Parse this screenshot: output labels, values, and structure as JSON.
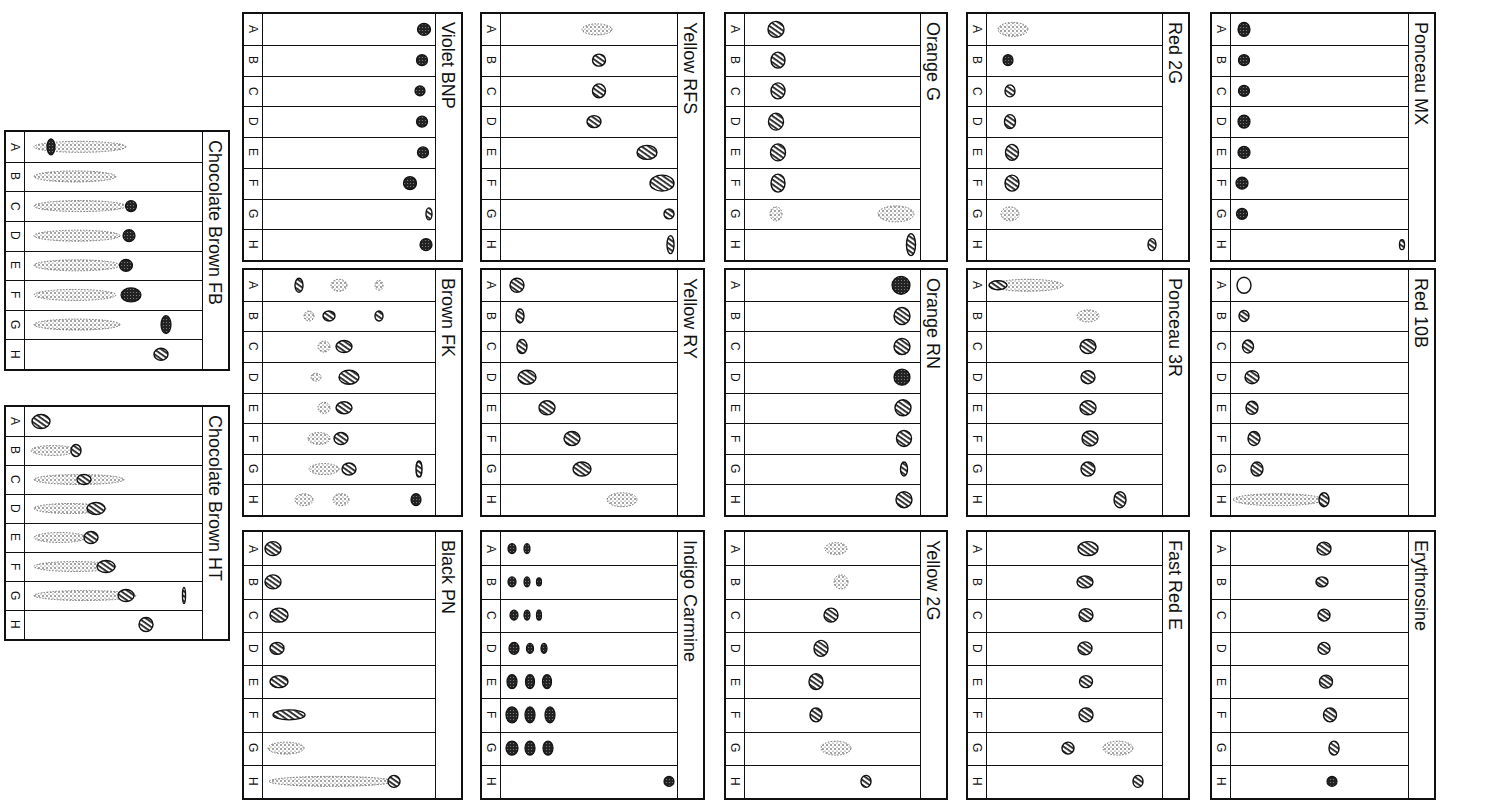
{
  "diagram": {
    "nodes": [
      {
        "text": [
          "Violet BNP",
          "A",
          "B",
          "C",
          "D",
          "E",
          "F",
          "G",
          "H"
        ]
      },
      {
        "text": [
          "Yellow RFS",
          "A",
          "B",
          "C",
          "D",
          "E",
          "F",
          "G",
          "H"
        ]
      },
      {
        "text": [
          "Orange G",
          "A",
          "B",
          "C",
          "D",
          "E",
          "F",
          "G",
          "H"
        ]
      },
      {
        "text": [
          "Red 2G",
          "A",
          "B",
          "C",
          "D",
          "E",
          "F",
          "G",
          "H"
        ]
      },
      {
        "text": [
          "Ponceau MX",
          "A",
          "B",
          "C",
          "D",
          "E",
          "F",
          "G",
          "H"
        ]
      },
      {
        "text": [
          "Chocolate Brown FB",
          "A",
          "B",
          "C",
          "D",
          "E",
          "F",
          "G",
          "H"
        ]
      },
      {
        "text": [
          "Brown FK",
          "A",
          "B",
          "C",
          "D",
          "E",
          "F",
          "G",
          "H"
        ]
      },
      {
        "text": [
          "Yellow RY",
          "A",
          "B",
          "C",
          "D",
          "E",
          "F",
          "G",
          "H"
        ]
      },
      {
        "text": [
          "Orange RN",
          "A",
          "B",
          "C",
          "D",
          "E",
          "F",
          "G",
          "H"
        ]
      },
      {
        "text": [
          "Ponceau 3R",
          "A",
          "B",
          "C",
          "D",
          "E",
          "F",
          "G",
          "H"
        ]
      },
      {
        "text": [
          "Red 10B",
          "A",
          "B",
          "C",
          "D",
          "E",
          "F",
          "G",
          "H"
        ]
      },
      {
        "text": [
          "Chocolate Brown HT",
          "A",
          "B",
          "C",
          "D",
          "E",
          "F",
          "G",
          "H"
        ]
      },
      {
        "text": [
          "Black PN",
          "A",
          "B",
          "C",
          "D",
          "E",
          "F",
          "G",
          "H"
        ]
      },
      {
        "text": [
          "Indigo Carmine",
          "A",
          "B",
          "C",
          "D",
          "E",
          "F",
          "G",
          "H"
        ]
      },
      {
        "text": [
          "Yellow 2G",
          "A",
          "B",
          "C",
          "D",
          "E",
          "F",
          "G",
          "H"
        ]
      },
      {
        "text": [
          "Fast Red E",
          "A",
          "B",
          "C",
          "D",
          "E",
          "F",
          "G",
          "H"
        ]
      },
      {
        "text": [
          "Erythrosine",
          "A",
          "B",
          "C",
          "D",
          "E",
          "F",
          "G",
          "H"
        ]
      }
    ]
  }
}
